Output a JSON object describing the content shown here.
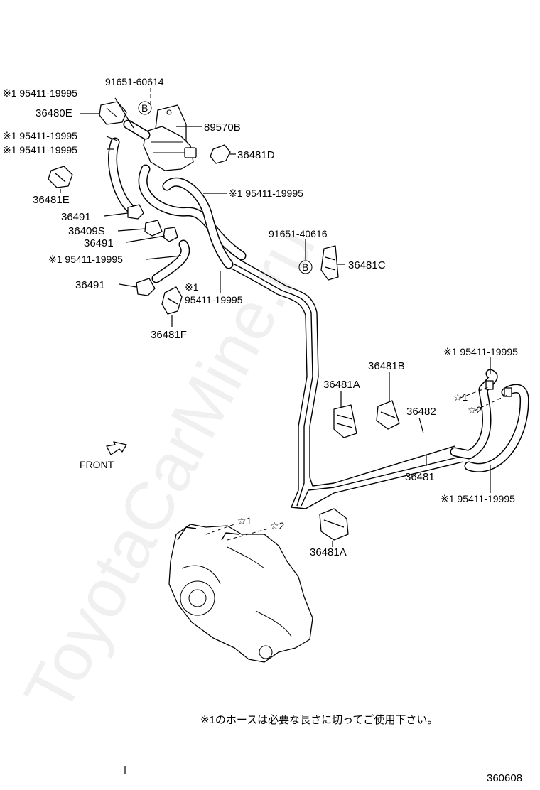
{
  "diagram": {
    "labels": {
      "p91651_60614": "91651-60614",
      "ref1_a": "※1 95411-19995",
      "p36480E": "36480E",
      "ref1_b": "※1 95411-19995",
      "ref1_c": "※1 95411-19995",
      "p89570B": "89570B",
      "p36481D": "36481D",
      "p36481E": "36481E",
      "ref1_d": "※1 95411-19995",
      "p36491_a": "36491",
      "p36409S": "36409S",
      "p36491_b": "36491",
      "ref1_e": "※1 95411-19995",
      "p36491_c": "36491",
      "ref1_f_mark": "※1",
      "ref1_f_num": "95411-19995",
      "p36481F": "36481F",
      "p91651_40616": "91651-40616",
      "p36481C": "36481C",
      "bolt_b1": "B",
      "bolt_b2": "B",
      "ref1_g": "※1 95411-19995",
      "p36481B": "36481B",
      "p36481A_a": "36481A",
      "p36482": "36482",
      "star1_a": "☆1",
      "star2_a": "☆2",
      "p36481": "36481",
      "ref1_h": "※1 95411-19995",
      "front": "FRONT",
      "star1_b": "☆1",
      "star2_b": "☆2",
      "p36481A_b": "36481A",
      "note": "※1のホースは必要な長さに切ってご使用下さい。",
      "diagram_number": "360608"
    },
    "watermark": "ToyotaCarMine.ru"
  }
}
